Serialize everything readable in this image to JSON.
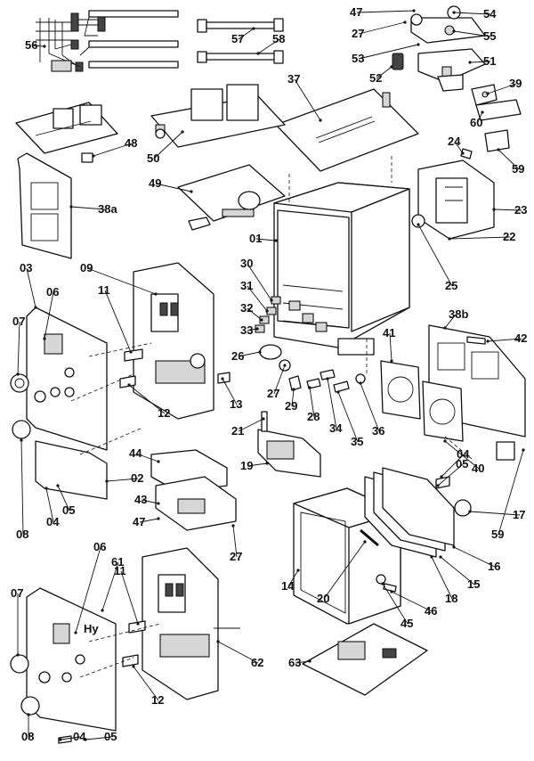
{
  "callouts": [
    "47",
    "54",
    "27",
    "55",
    "53",
    "51",
    "52",
    "39",
    "60",
    "24",
    "59",
    "56",
    "57",
    "58",
    "37",
    "50",
    "48",
    "49",
    "38a",
    "23",
    "22",
    "01",
    "25",
    "03",
    "09",
    "30",
    "31",
    "32",
    "33",
    "26",
    "06",
    "11",
    "07",
    "12",
    "13",
    "29",
    "28",
    "34",
    "35",
    "36",
    "41",
    "42",
    "38b",
    "40",
    "27",
    "21",
    "19",
    "44",
    "02",
    "43",
    "47",
    "27",
    "04",
    "05",
    "08",
    "04",
    "05",
    "17",
    "59",
    "16",
    "15",
    "18",
    "14",
    "20",
    "45",
    "46",
    "06",
    "61",
    "11",
    "07",
    "12",
    "62",
    "63",
    "08",
    "04",
    "05"
  ],
  "text": {
    "hy_mark": "Hy"
  }
}
